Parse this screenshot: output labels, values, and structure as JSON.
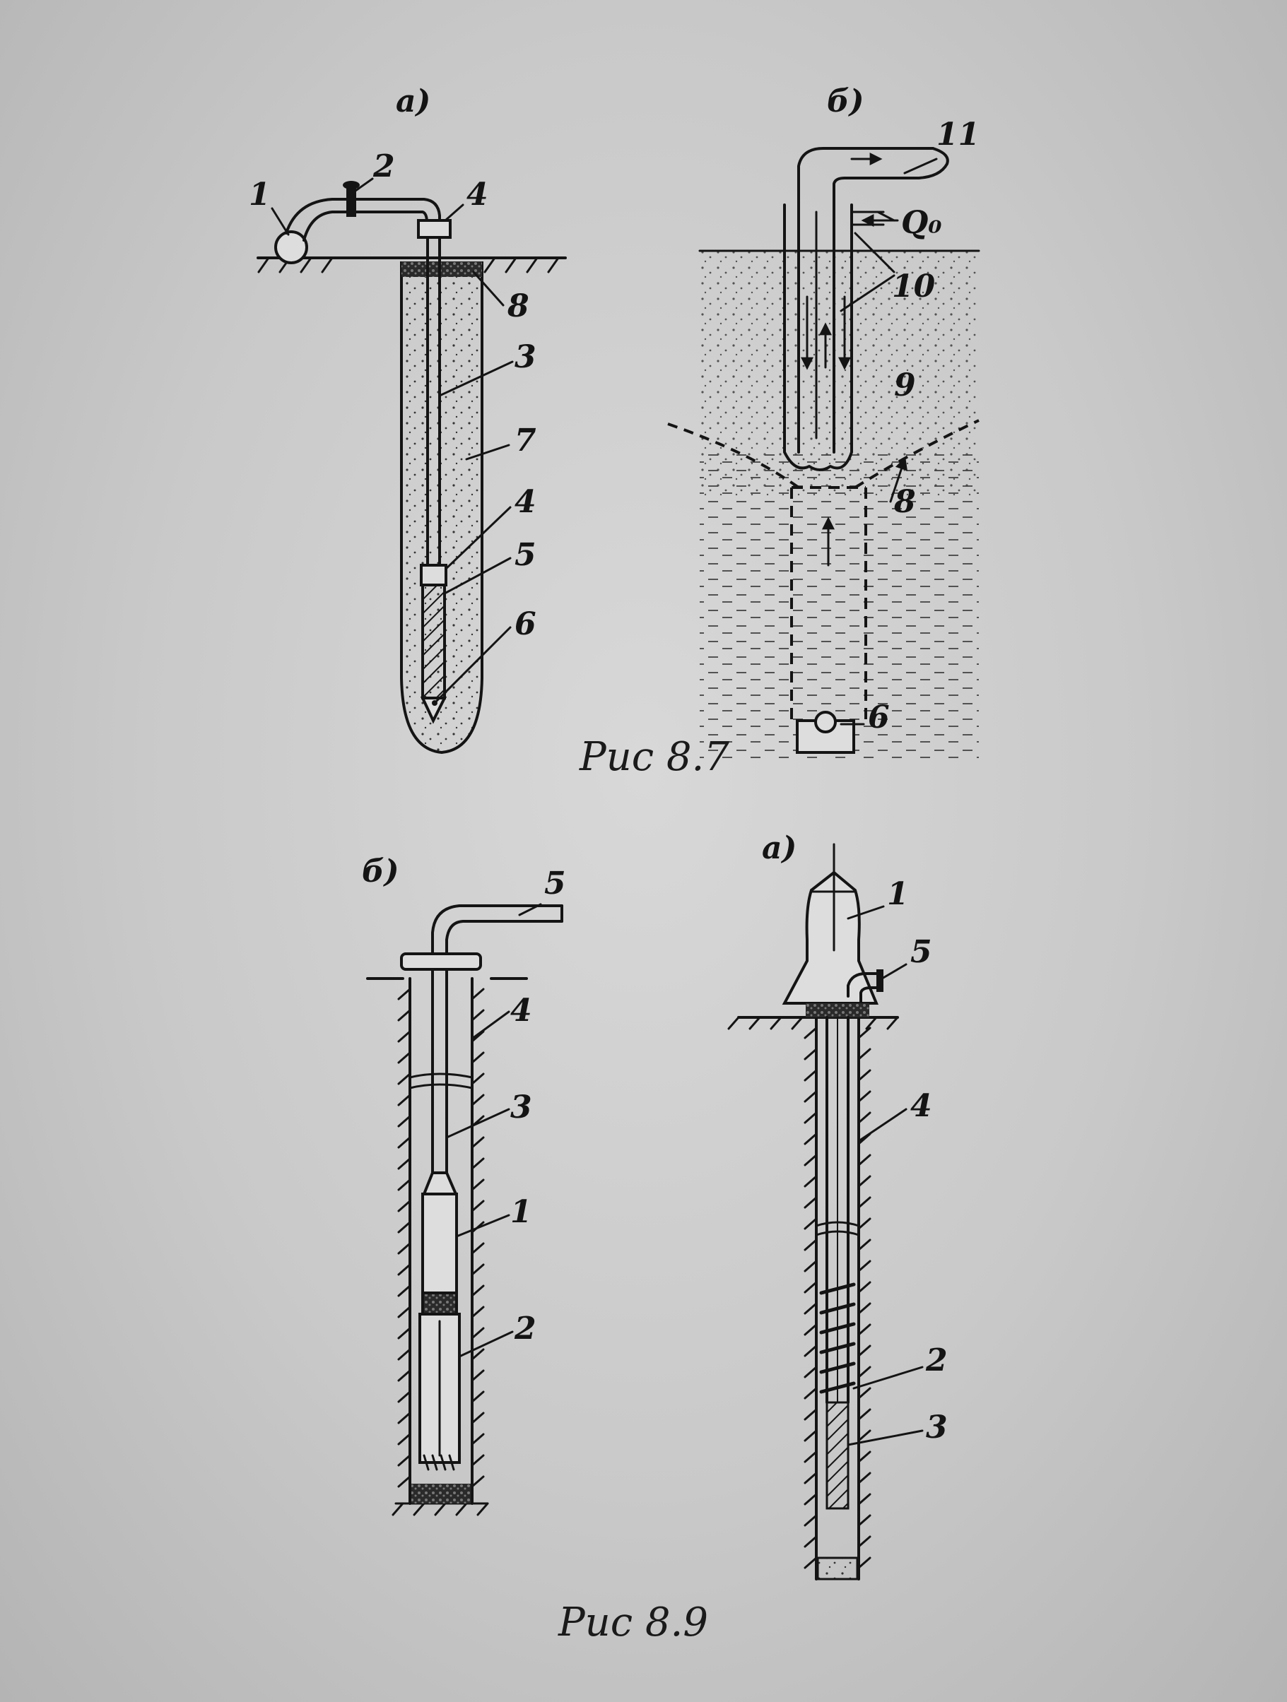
{
  "figures": {
    "fig87": {
      "caption": "Рис 8.7",
      "panel_a": {
        "letter": "а)",
        "labels": [
          "1",
          "2",
          "4",
          "8",
          "3",
          "7",
          "4",
          "5",
          "6"
        ]
      },
      "panel_b": {
        "letter": "б)",
        "labels": [
          "11",
          "Q₀",
          "10",
          "9",
          "8",
          "6"
        ]
      }
    },
    "fig89": {
      "caption": "Рис 8.9",
      "panel_b": {
        "letter": "б)",
        "labels": [
          "5",
          "4",
          "3",
          "1",
          "2"
        ]
      },
      "panel_a": {
        "letter": "а)",
        "labels": [
          "1",
          "5",
          "4",
          "2",
          "3"
        ]
      }
    }
  }
}
